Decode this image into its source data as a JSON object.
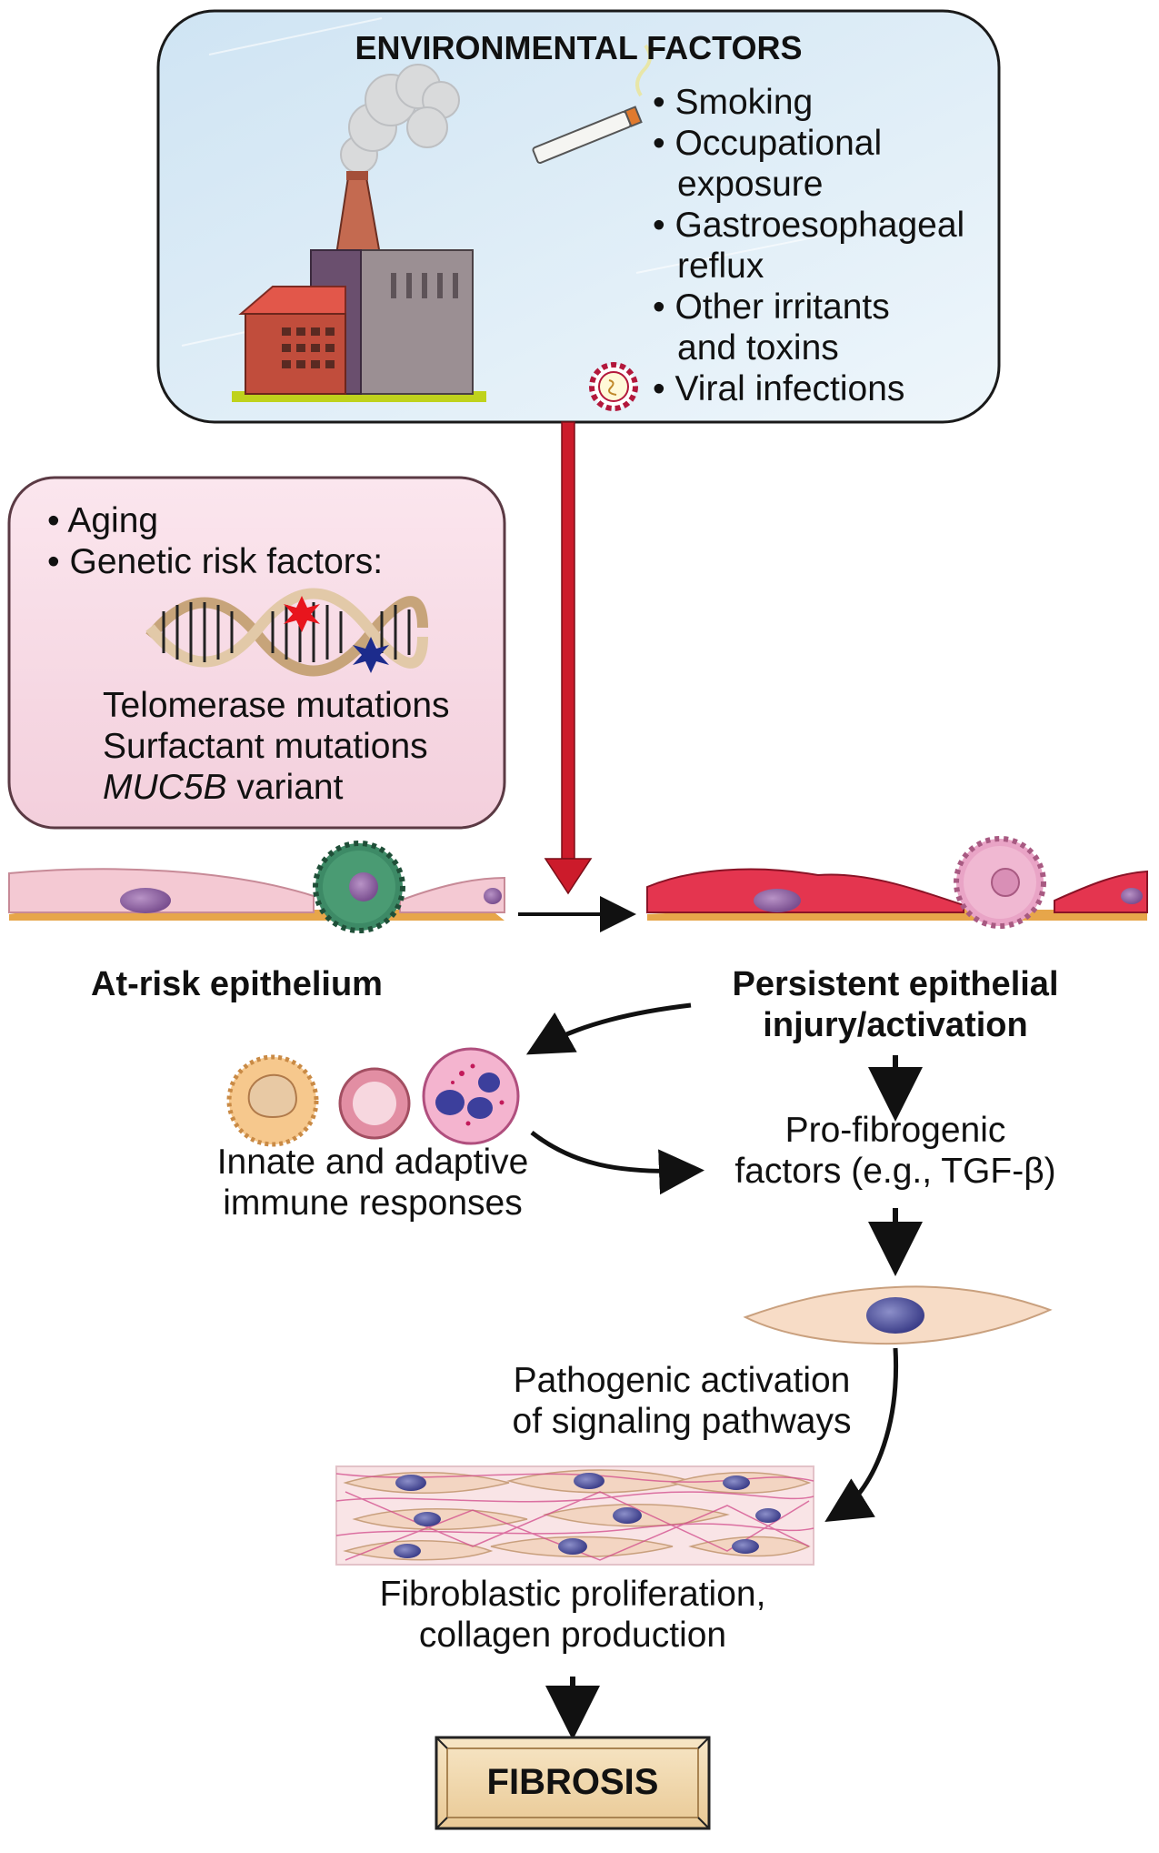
{
  "env": {
    "title": "ENVIRONMENTAL FACTORS",
    "items": [
      [
        "• Smoking"
      ],
      [
        "• Occupational",
        "exposure"
      ],
      [
        "• Gastroesophageal",
        "reflux"
      ],
      [
        "• Other irritants",
        "and toxins"
      ],
      [
        "• Viral infections"
      ]
    ]
  },
  "host": {
    "aging": "• Aging",
    "genetic": "• Genetic risk factors:",
    "telomerase": "Telomerase mutations",
    "surfactant": "Surfactant mutations",
    "muc5b_gene": "MUC5B",
    "muc5b_rest": " variant"
  },
  "epithelium": {
    "at_risk": "At-risk epithelium",
    "persistent_1": "Persistent epithelial",
    "persistent_2": "injury/activation"
  },
  "immune": {
    "line1": "Innate and adaptive",
    "line2": "immune responses"
  },
  "profibrogenic": {
    "line1": "Pro-fibrogenic",
    "line2": "factors (e.g., TGF-β)"
  },
  "pathogenic": {
    "line1": "Pathogenic activation",
    "line2": "of signaling pathways"
  },
  "fibroblastic": {
    "line1": "Fibroblastic proliferation,",
    "line2": "collagen production"
  },
  "outcome": "FIBROSIS",
  "colors": {
    "env_box": "#e3f0f8",
    "host_box": "#f8dbe6",
    "injury_arrow": "#cc1b2b",
    "fibrosis_box": "#f1d9b1"
  }
}
